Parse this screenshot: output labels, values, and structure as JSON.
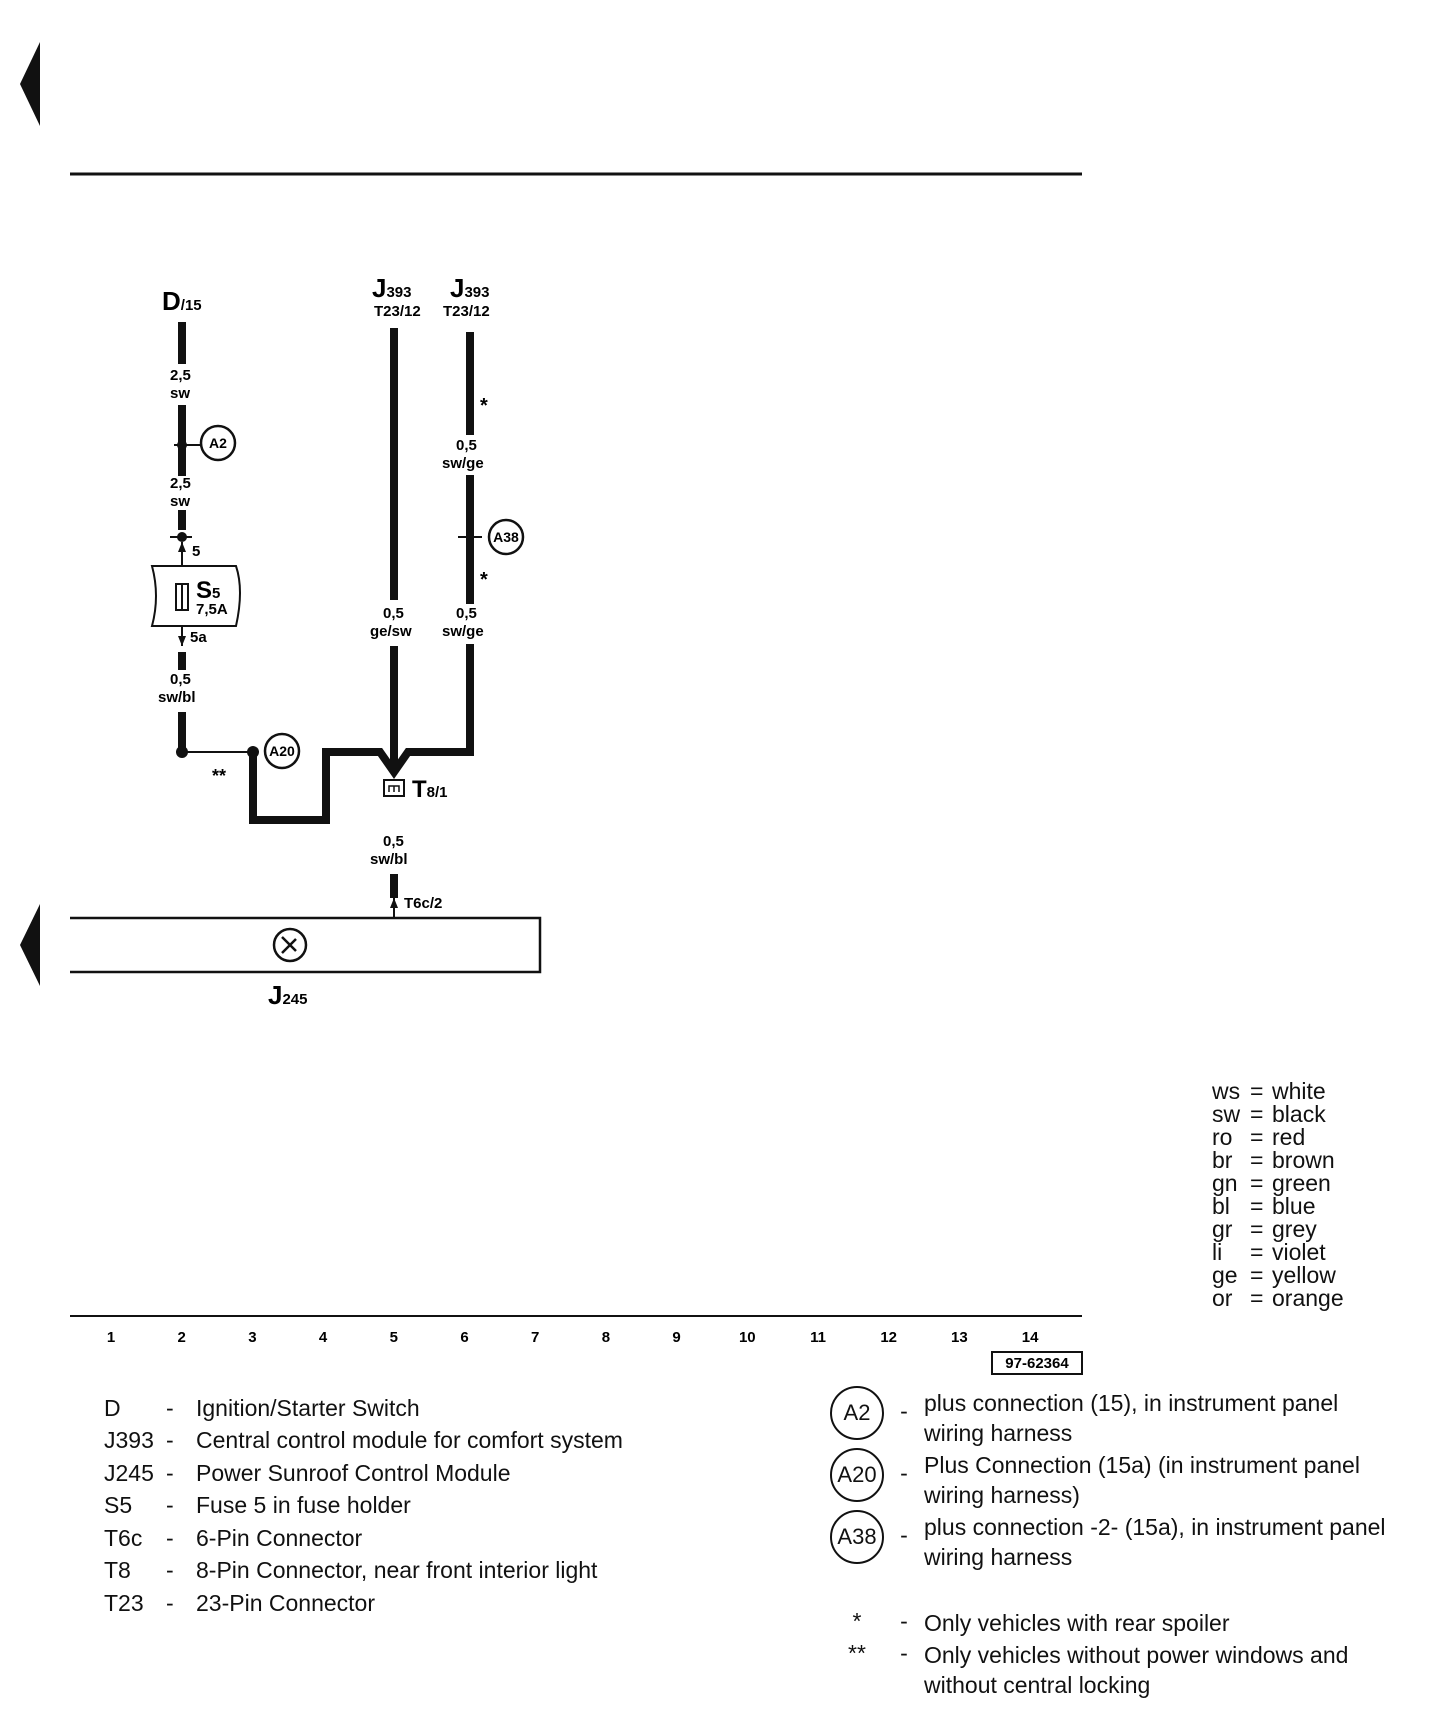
{
  "diagram": {
    "component_labels": {
      "d15": "D/15",
      "j393a": "J393",
      "j393a_pin": "T23/12",
      "j393b": "J393",
      "j393b_pin": "T23/12",
      "s5": "S5",
      "s5_rating": "7,5A",
      "t8": "T8/1",
      "t6c": "T6c/2",
      "j245": "J245"
    },
    "wire_labels": {
      "w1_size": "2,5",
      "w1_color": "sw",
      "w2_size": "2,5",
      "w2_color": "sw",
      "w3_size": "0,5",
      "w3_color": "sw/bl",
      "w4_size": "0,5",
      "w4_color": "ge/sw",
      "w5_size": "0,5",
      "w5_color": "sw/ge",
      "w6_size": "0,5",
      "w6_color": "sw/ge",
      "w7_size": "0,5",
      "w7_color": "sw/bl"
    },
    "pin_labels": {
      "p5": "5",
      "p5a": "5a"
    },
    "connections": {
      "a2": "A2",
      "a20": "A20",
      "a38": "A38"
    },
    "markers": {
      "star1": "*",
      "star2": "*",
      "doublestar": "**"
    },
    "grid_numbers": [
      "1",
      "2",
      "3",
      "4",
      "5",
      "6",
      "7",
      "8",
      "9",
      "10",
      "11",
      "12",
      "13",
      "14"
    ],
    "figure_ref": "97-62364"
  },
  "color_codes": [
    {
      "code": "ws",
      "name": "white"
    },
    {
      "code": "sw",
      "name": "black"
    },
    {
      "code": "ro",
      "name": "red"
    },
    {
      "code": "br",
      "name": "brown"
    },
    {
      "code": "gn",
      "name": "green"
    },
    {
      "code": "bl",
      "name": "blue"
    },
    {
      "code": "gr",
      "name": "grey"
    },
    {
      "code": "li",
      "name": "violet"
    },
    {
      "code": "ge",
      "name": "yellow"
    },
    {
      "code": "or",
      "name": "orange"
    }
  ],
  "color_eq": "=",
  "legend_dash": "-",
  "component_key": [
    {
      "code": "D",
      "desc": "Ignition/Starter Switch"
    },
    {
      "code": "J393",
      "desc": "Central control module for comfort system"
    },
    {
      "code": "J245",
      "desc": "Power Sunroof Control Module"
    },
    {
      "code": "S5",
      "desc": "Fuse 5 in fuse holder"
    },
    {
      "code": "T6c",
      "desc": "6-Pin Connector"
    },
    {
      "code": "T8",
      "desc": "8-Pin Connector, near front interior light"
    },
    {
      "code": "T23",
      "desc": "23-Pin Connector"
    }
  ],
  "connection_key": [
    {
      "code": "A2",
      "desc": "plus connection (15), in instrument panel wiring harness"
    },
    {
      "code": "A20",
      "desc": "Plus Connection (15a) (in instrument panel wiring harness)"
    },
    {
      "code": "A38",
      "desc": "plus connection -2- (15a), in instrument panel wiring harness"
    }
  ],
  "notes": [
    {
      "symbol": "*",
      "desc": "Only vehicles with rear spoiler"
    },
    {
      "symbol": "**",
      "desc": "Only vehicles without power windows and without central locking"
    }
  ]
}
